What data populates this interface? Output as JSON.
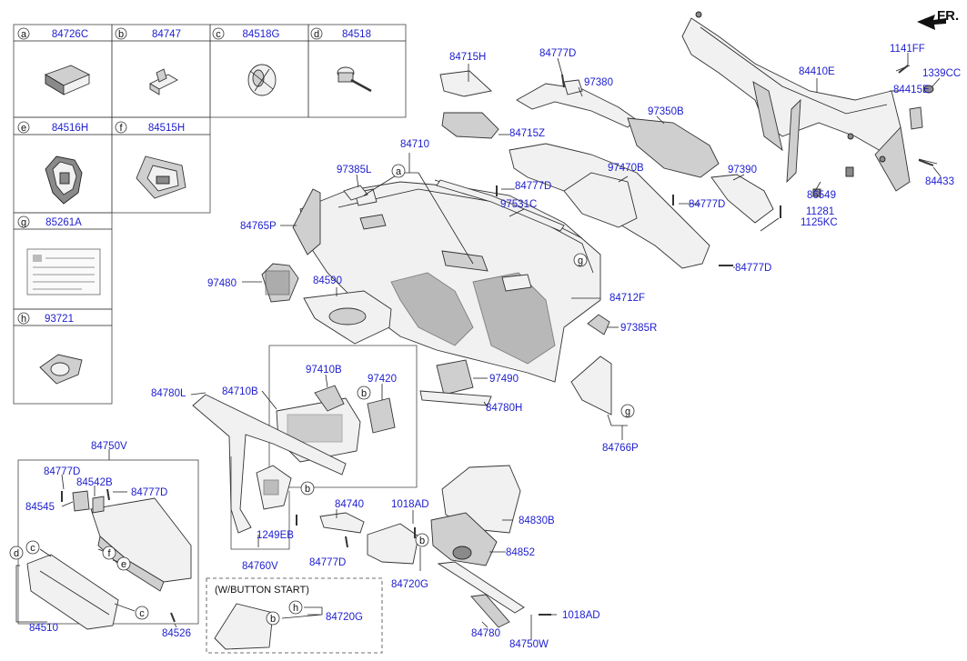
{
  "corner_label": "FR.",
  "legend_cells": [
    {
      "letter": "a",
      "part": "84726C"
    },
    {
      "letter": "b",
      "part": "84747"
    },
    {
      "letter": "c",
      "part": "84518G"
    },
    {
      "letter": "d",
      "part": "84518"
    },
    {
      "letter": "e",
      "part": "84516H"
    },
    {
      "letter": "f",
      "part": "84515H"
    },
    {
      "letter": "g",
      "part": "85261A"
    },
    {
      "letter": "h",
      "part": "93721"
    }
  ],
  "button_start_title": "(W/BUTTON START)",
  "callout_letters": [
    "a",
    "g",
    "b",
    "b",
    "c",
    "c",
    "d",
    "e",
    "f",
    "g",
    "h",
    "b"
  ],
  "part_labels": [
    "84715H",
    "84777D",
    "97380",
    "84715Z",
    "97350B",
    "84710",
    "97385L",
    "84777D",
    "97470B",
    "97531C",
    "84765P",
    "84777D",
    "97390",
    "84590",
    "97480",
    "84712F",
    "84777D",
    "97385R",
    "84410E",
    "84415E",
    "1141FF",
    "1339CC",
    "86549",
    "84433",
    "11281",
    "1125KC",
    "97410B",
    "97420",
    "97490",
    "84780L",
    "84710B",
    "84780H",
    "84766P",
    "84750V",
    "84777D",
    "84542B",
    "84777D",
    "84545",
    "1249EB",
    "84760V",
    "84740",
    "1018AD",
    "84830B",
    "84777D",
    "84852",
    "84720G",
    "84510",
    "84526",
    "84720G",
    "84780",
    "84750W",
    "1018AD"
  ]
}
